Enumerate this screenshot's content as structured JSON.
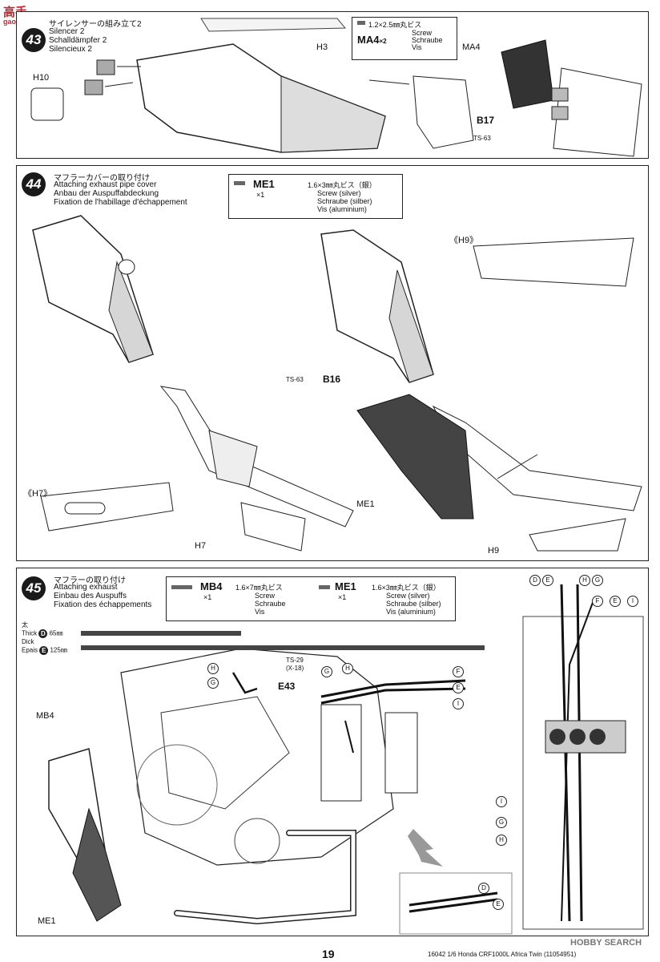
{
  "header_logo": {
    "text": "高手",
    "domain": "gaoshou.net"
  },
  "step43": {
    "number": "43",
    "title_jp": "サイレンサーの組み立て2",
    "title_en": "Silencer 2",
    "title_de": "Schalldämpfer 2",
    "title_fr": "Silencieux 2",
    "parts": {
      "size_jp": "1.2×2.5㎜丸ビス",
      "code": "MA4",
      "qty": "×2",
      "desc_en": "Screw",
      "desc_de": "Schraube",
      "desc_fr": "Vis"
    },
    "labels": {
      "h3": "H3",
      "h10": "H10",
      "ma4": "MA4",
      "b17": "B17",
      "ts63": "TS-63"
    }
  },
  "step44": {
    "number": "44",
    "title_jp": "マフラーカバーの取り付け",
    "title_en": "Attaching exhaust pipe cover",
    "title_de": "Anbau der Auspuffabdeckung",
    "title_fr": "Fixation de l'habillage d'échappement",
    "parts": {
      "code": "ME1",
      "qty": "×1",
      "size_jp": "1.6×3㎜丸ビス（銀）",
      "desc_en": "Screw (silver)",
      "desc_de": "Schraube (silber)",
      "desc_fr": "Vis (aluminium)"
    },
    "labels": {
      "h9_bracket": "《H9》",
      "h7_bracket": "《H7》",
      "h7": "H7",
      "h9": "H9",
      "ts63": "TS-63",
      "b16": "B16",
      "me1": "ME1"
    }
  },
  "step45": {
    "number": "45",
    "title_jp": "マフラーの取り付け",
    "title_en": "Attaching exhaust",
    "title_de": "Einbau des Auspuffs",
    "title_fr": "Fixation des échappements",
    "parts": [
      {
        "code": "MB4",
        "qty": "×1",
        "size_jp": "1.6×7㎜丸ビス",
        "desc_en": "Screw",
        "desc_de": "Schraube",
        "desc_fr": "Vis"
      },
      {
        "code": "ME1",
        "qty": "×1",
        "size_jp": "1.6×3㎜丸ビス（銀）",
        "desc_en": "Screw (silver)",
        "desc_de": "Schraube (silber)",
        "desc_fr": "Vis (aluminium)"
      }
    ],
    "legend": {
      "thick_jp": "太",
      "thick_en": "Thick",
      "thick_de": "Dick",
      "thick_fr": "Epais",
      "d_letter": "D",
      "d_len": "65㎜",
      "e_letter": "E",
      "e_len": "125㎜"
    },
    "labels": {
      "mb4": "MB4",
      "me1": "ME1",
      "e43": "E43",
      "ts29": "TS-29",
      "x18": "(X-18)"
    },
    "wire_letters": [
      "H",
      "G",
      "G",
      "H",
      "F",
      "E",
      "I",
      "D",
      "E",
      "H",
      "G",
      "F",
      "E",
      "I",
      "I",
      "G",
      "H",
      "D",
      "E"
    ]
  },
  "footer": {
    "page_number": "19",
    "model": "16042  1/6 Honda CRF1000L Africa Twin (11054951)",
    "watermark": "HOBBY SEARCH"
  }
}
